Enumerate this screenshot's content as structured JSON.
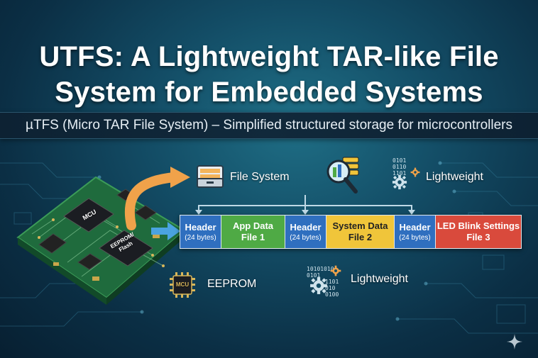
{
  "title": {
    "line1": "UTFS: A Lightweight TAR-like File",
    "line2": "System for Embedded Systems"
  },
  "subtitle": "µTFS (Micro TAR File System) – Simplified structured storage for microcontrollers",
  "board": {
    "mcu_label": "MCU",
    "eeprom_chip_label": "EEPROM/ Flash"
  },
  "labels": {
    "file_system": "File System",
    "lightweight_top": "Lightweight",
    "lightweight_bottom": "Lightweight",
    "eeprom": "EEPROM",
    "eeprom_icon_text": "MCU"
  },
  "binary_top": [
    "0101",
    "0110",
    "1101"
  ],
  "binary_bottom": [
    "10101010",
    "0101",
    "1101",
    "010",
    "0100"
  ],
  "strip": [
    {
      "kind": "header",
      "main": "Header",
      "sub": "(24 bytes)"
    },
    {
      "kind": "app",
      "main": "App Data",
      "sub": "File 1"
    },
    {
      "kind": "header",
      "main": "Header",
      "sub": "(24 bytes)"
    },
    {
      "kind": "system",
      "main": "System Data",
      "sub": "File 2"
    },
    {
      "kind": "header",
      "main": "Header",
      "sub": "(24 bytes)"
    },
    {
      "kind": "led",
      "main": "LED Blink Settings",
      "sub": "File 3"
    }
  ],
  "colors": {
    "header": "#2f6fbf",
    "app": "#4faa45",
    "system": "#f0c53a",
    "led": "#d94a3c",
    "arrow_orange": "#f0a24a",
    "arrow_blue": "#4aa3e0"
  }
}
